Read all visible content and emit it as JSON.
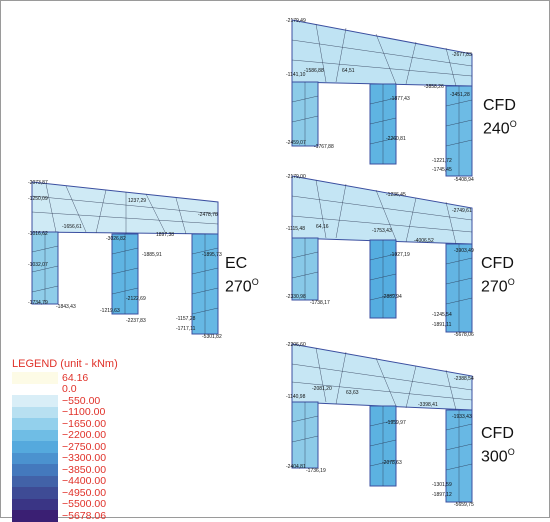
{
  "colors": {
    "mesh_stroke": "#2a3550",
    "frame_outline": "#3b4fa0",
    "legend_text": "#e0322a",
    "label_text": "#111111"
  },
  "legend": {
    "title": "LEGEND (unit - kNm)",
    "items": [
      {
        "value": "64.16",
        "color": "#fdfbe6"
      },
      {
        "value": "0.0",
        "color": "#ffffff"
      },
      {
        "value": "−550.00",
        "color": "#d9eef7"
      },
      {
        "value": "−1100.00",
        "color": "#b8e0f1"
      },
      {
        "value": "−1650.00",
        "color": "#93d0ec"
      },
      {
        "value": "−2200.00",
        "color": "#6fbde5"
      },
      {
        "value": "−2750.00",
        "color": "#55a9dd"
      },
      {
        "value": "−3300.00",
        "color": "#4b92cf"
      },
      {
        "value": "−3850.00",
        "color": "#4479bd"
      },
      {
        "value": "−4400.00",
        "color": "#4262a8"
      },
      {
        "value": "−4950.00",
        "color": "#3e4b95"
      },
      {
        "value": "−5500.00",
        "color": "#3a3585"
      },
      {
        "value": "−5678.06",
        "color": "#3a1f73"
      }
    ]
  },
  "cases": {
    "ec270": {
      "method": "EC",
      "angle": "270",
      "deg_symbol": "O",
      "values": [
        "-2073,87",
        "-1250,09",
        "-1016,62",
        "-1656,61",
        "1237,29",
        "-2478,78",
        "-3026,82",
        "1897,38",
        "-1885,91",
        "-1895,73",
        "-1032,07",
        "-1734,79",
        "-1843,43",
        "-1219,63",
        "-2122,69",
        "-2237,83",
        "-1157,28",
        "-1717,11",
        "-5301,82"
      ]
    },
    "cfd240": {
      "method": "CFD",
      "angle": "240",
      "deg_symbol": "O",
      "values": [
        "-2179,49",
        "-2677,83",
        "-1141,10",
        "-1586,88",
        "64,51",
        "-3451,28",
        "-1877,43",
        "-3858,26",
        "-2459,07",
        "-1767,88",
        "-2260,81",
        "-1221,72",
        "-1745,45",
        "-5408,94"
      ]
    },
    "cfd270": {
      "method": "CFD",
      "angle": "270",
      "deg_symbol": "O",
      "values": [
        "-2179,00",
        "-1236,45",
        "-2749,61",
        "-1115,48",
        "64,16",
        "-1753,43",
        "-4006,52",
        "-3903,49",
        "-1927,19",
        "-2330,98",
        "-1738,17",
        "-2889,94",
        "-1245,54",
        "-1891,11",
        "-5678,06"
      ]
    },
    "cfd300": {
      "method": "CFD",
      "angle": "300",
      "deg_symbol": "O",
      "values": [
        "-2206,60",
        "-2388,54",
        "-1140,98",
        "-2081,20",
        "63,63",
        "-3398,41",
        "-1933,43",
        "-1959,97",
        "-2404,81",
        "-1736,19",
        "-2078,63",
        "-1301,59",
        "-1897,12",
        "-5659,75"
      ]
    }
  }
}
